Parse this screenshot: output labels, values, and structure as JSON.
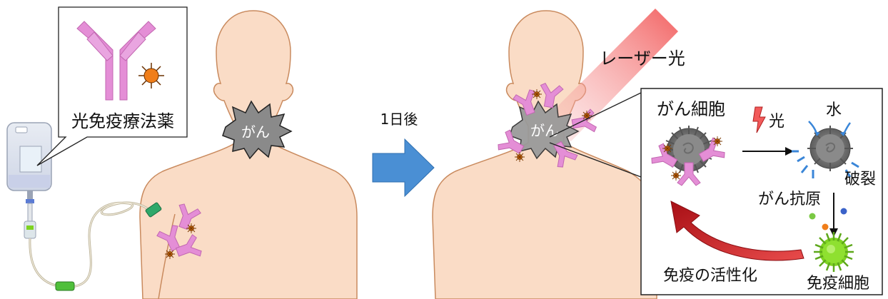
{
  "labels": {
    "drug": "光免疫療法薬",
    "cancer_left": "がん",
    "cancer_right": "がん",
    "arrow_label": "1日後",
    "laser": "レーザー光",
    "cancer_cell": "がん細胞",
    "light": "光",
    "water": "水",
    "rupture": "破裂",
    "antigen": "がん抗原",
    "immune_cell": "免疫細胞",
    "activation": "免疫の活性化"
  },
  "colors": {
    "skin": "#fadcc6",
    "skin_outline": "#c98a5e",
    "antibody": "#e48ed6",
    "tumor": "#8a8a8a",
    "laser": "#f06d6d",
    "arrow": "#4a8fd4",
    "activation_arrow": "#c0151b",
    "immune": "#7ed321"
  }
}
